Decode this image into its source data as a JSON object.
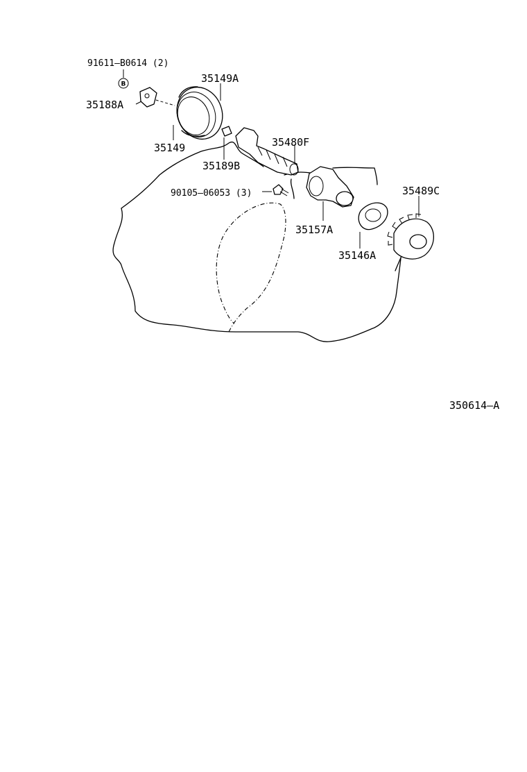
{
  "diagram": {
    "reference_code": "350614–A",
    "parts": [
      {
        "id": "p91611",
        "number": "91611–B0614",
        "qty": "(2)",
        "marker": "B"
      },
      {
        "id": "p35149A",
        "number": "35149A"
      },
      {
        "id": "p35188A",
        "number": "35188A"
      },
      {
        "id": "p35149",
        "number": "35149"
      },
      {
        "id": "p35480F",
        "number": "35480F"
      },
      {
        "id": "p35189B",
        "number": "35189B"
      },
      {
        "id": "p90105",
        "number": "90105–06053",
        "qty": "(3)"
      },
      {
        "id": "p35489C",
        "number": "35489C"
      },
      {
        "id": "p35157A",
        "number": "35157A"
      },
      {
        "id": "p35146A",
        "number": "35146A"
      }
    ]
  }
}
